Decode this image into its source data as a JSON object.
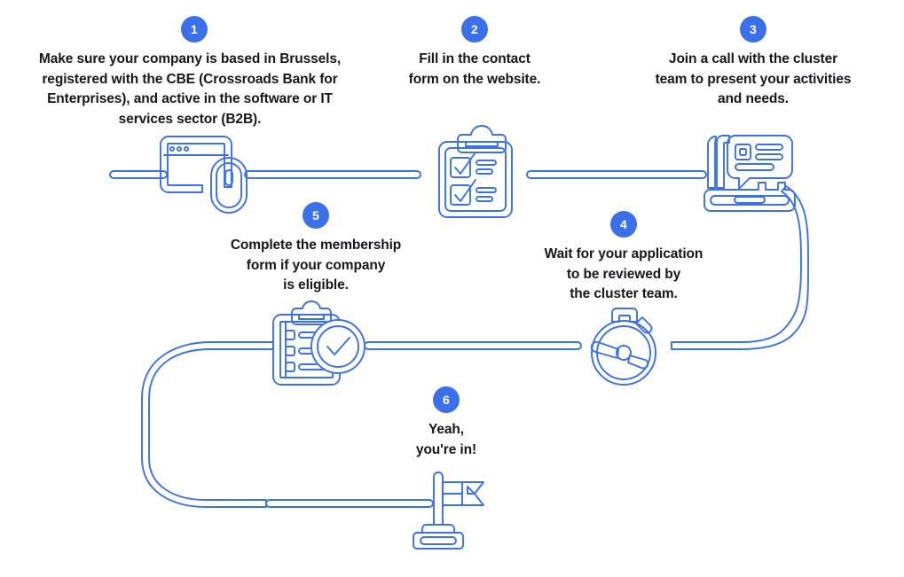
{
  "page": {
    "title": "Membership Process Infographic",
    "background_color": "#ffffff",
    "accent_color": "#3b70e8",
    "text_color": "#17171b"
  },
  "steps": [
    {
      "number": "1",
      "caption": "Make sure your company is based in Brussels,\nregistered with the CBE (Crossroads Bank for\nEnterprises), and active in the software or IT\nservices sector (B2B).",
      "icon": "browser-window-mouse-icon"
    },
    {
      "number": "2",
      "caption": "Fill in the contact\nform on the website.",
      "icon": "clipboard-checklist-icon"
    },
    {
      "number": "3",
      "caption": "Join a call with the cluster\nteam to present your activities\nand needs.",
      "icon": "laptop-video-call-icon"
    },
    {
      "number": "4",
      "caption": "Wait for your application\nto be reviewed by\nthe cluster team.",
      "icon": "stopwatch-icon"
    },
    {
      "number": "5",
      "caption": "Complete the membership\nform if your company\nis eligible.",
      "icon": "clipboard-approved-icon"
    },
    {
      "number": "6",
      "caption": "Yeah,\nyou're in!",
      "icon": "finish-flag-icon"
    }
  ]
}
